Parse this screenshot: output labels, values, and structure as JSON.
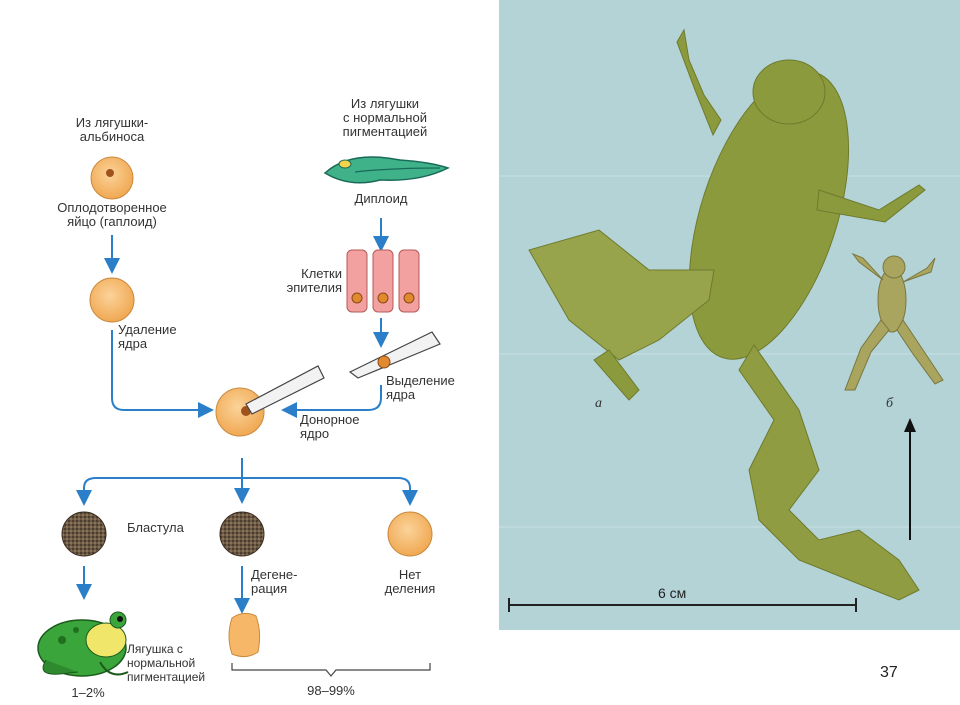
{
  "diagram": {
    "albino_source": "Из лягушки-\nальбиноса",
    "fertilized_egg": "Оплодотворенное\nяйцо (гаплоид)",
    "nucleus_removal": "Удаление\nядра",
    "normal_source": "Из лягушки\nс нормальной\nпигментацией",
    "diploid": "Диплоид",
    "epithelial_cells": "Клетки\nэпителия",
    "nucleus_extraction": "Выделение\nядра",
    "donor_nucleus": "Донорное\nядро",
    "blastula": "Бластула",
    "degeneration": "Дегене-\nрация",
    "no_division": "Нет\nделения",
    "normal_frog": "Лягушка с\nнормальной\nпигментацией",
    "pct_success": "1–2%",
    "pct_fail": "98–99%"
  },
  "photo": {
    "label_a": "а",
    "label_b": "б",
    "scale_label": "6 см"
  },
  "page_number": "37",
  "colors": {
    "arrow": "#2a7fc8",
    "egg": "#f6b769",
    "cell": "#f3a0a0",
    "photo_bg": "#b3d3d6",
    "frog": "#8c9a3e"
  }
}
